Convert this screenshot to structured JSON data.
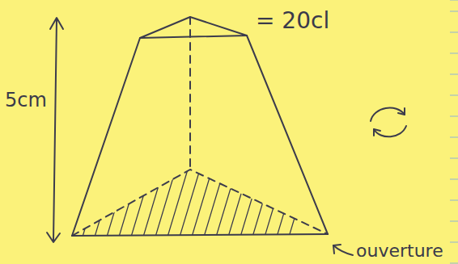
{
  "diagram": {
    "labels": [
      "5cm",
      "= 20cl",
      "ouverture"
    ]
  }
}
